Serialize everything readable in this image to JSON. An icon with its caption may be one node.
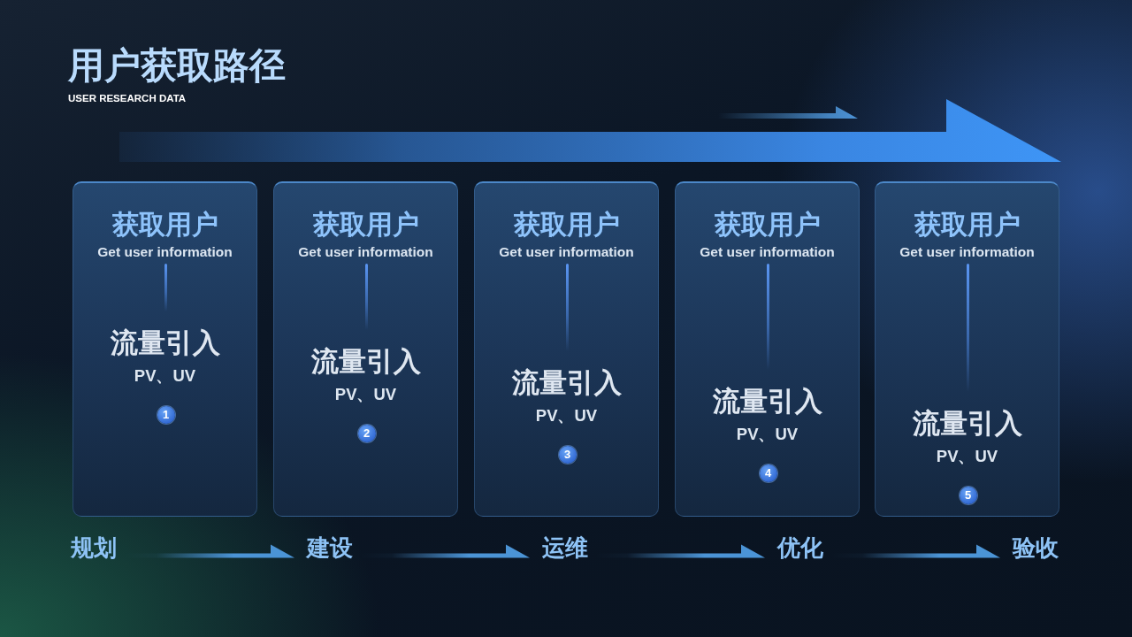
{
  "diagram": {
    "title": "用户获取路径",
    "nodes": [
      {
        "text": [
          "获取用户",
          "Get user information",
          "流量引入",
          "PV、UV"
        ]
      },
      {
        "text": [
          "1"
        ],
        "in": 0
      },
      {
        "text": [
          "获取用户",
          "Get user information",
          "流量引入",
          "PV、UV"
        ]
      },
      {
        "text": [
          "2"
        ],
        "in": 2
      },
      {
        "text": [
          "获取用户",
          "Get user information",
          "流量引入",
          "PV、UV"
        ]
      },
      {
        "text": [
          "3"
        ],
        "in": 4
      },
      {
        "text": [
          "获取用户",
          "Get user information",
          "流量引入",
          "PV、UV"
        ]
      },
      {
        "text": [
          "4"
        ],
        "in": 6
      },
      {
        "text": [
          "获取用户",
          "Get user information",
          "流量引入",
          "PV、UV"
        ]
      },
      {
        "text": [
          "5"
        ],
        "in": 8
      },
      {
        "text": [
          "规划"
        ]
      },
      {
        "text": [
          "建设"
        ]
      },
      {
        "text": [
          "运维"
        ]
      },
      {
        "text": [
          "优化"
        ]
      },
      {
        "text": [
          "验收"
        ]
      }
    ],
    "edges": [
      {
        "from": 10,
        "to": 11,
        "arrow": "to"
      },
      {
        "from": 11,
        "to": 12,
        "arrow": "to"
      },
      {
        "from": 12,
        "to": 13,
        "arrow": "to"
      },
      {
        "from": 13,
        "to": 14,
        "arrow": "to"
      }
    ],
    "labels": [
      "USER RESEARCH DATA"
    ]
  }
}
